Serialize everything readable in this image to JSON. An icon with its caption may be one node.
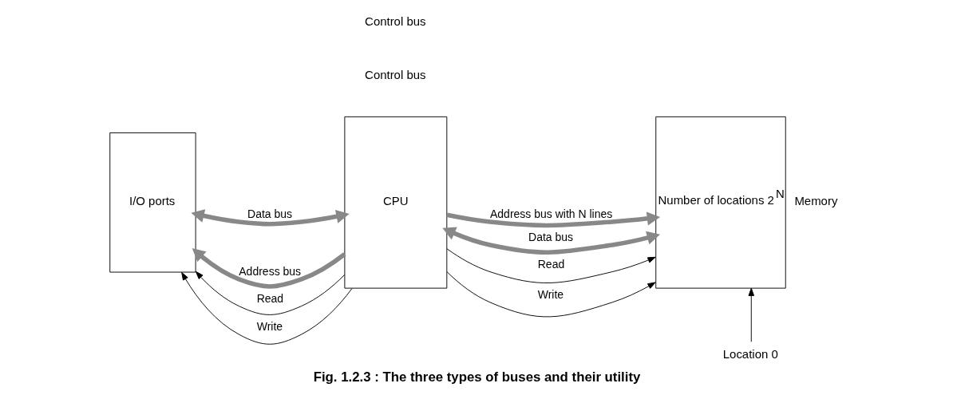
{
  "diagram": {
    "caption": "Fig. 1.2.3 : The three types of buses and their utility",
    "nodes": [
      {
        "text": [
          "I/O ports"
        ]
      },
      {
        "text": [
          "CPU"
        ]
      },
      {
        "text": [
          "Number of locations 2$^{N}$"
        ],
        "beside": [
          "Memory"
        ]
      },
      {
        "text": [
          "Location 0"
        ]
      }
    ],
    "edges": [
      {
        "from": 1,
        "to": 0,
        "arrow": "to",
        "label": "Address bus",
        "style": "thick",
        "color": "#888888"
      },
      {
        "from": 0,
        "to": 1,
        "arrow": "both",
        "label": "Data bus",
        "style": "thick",
        "color": "#888888"
      },
      {
        "from": 1,
        "to": 0,
        "arrow": "to",
        "label": "Read"
      },
      {
        "from": 1,
        "to": 0,
        "arrow": "to",
        "label": "Write"
      },
      {
        "from": 1,
        "to": 2,
        "arrow": "to",
        "label": "Address bus with N lines",
        "style": "thick",
        "color": "#888888"
      },
      {
        "from": 1,
        "to": 2,
        "arrow": "both",
        "label": "Data bus",
        "style": "thick",
        "color": "#888888"
      },
      {
        "from": 1,
        "to": 2,
        "arrow": "to",
        "label": "Read"
      },
      {
        "from": 1,
        "to": 2,
        "arrow": "to",
        "label": "Write"
      },
      {
        "from": 3,
        "to": 2,
        "arrow": "to"
      }
    ],
    "labels": [
      "Control bus",
      "Control bus"
    ]
  }
}
